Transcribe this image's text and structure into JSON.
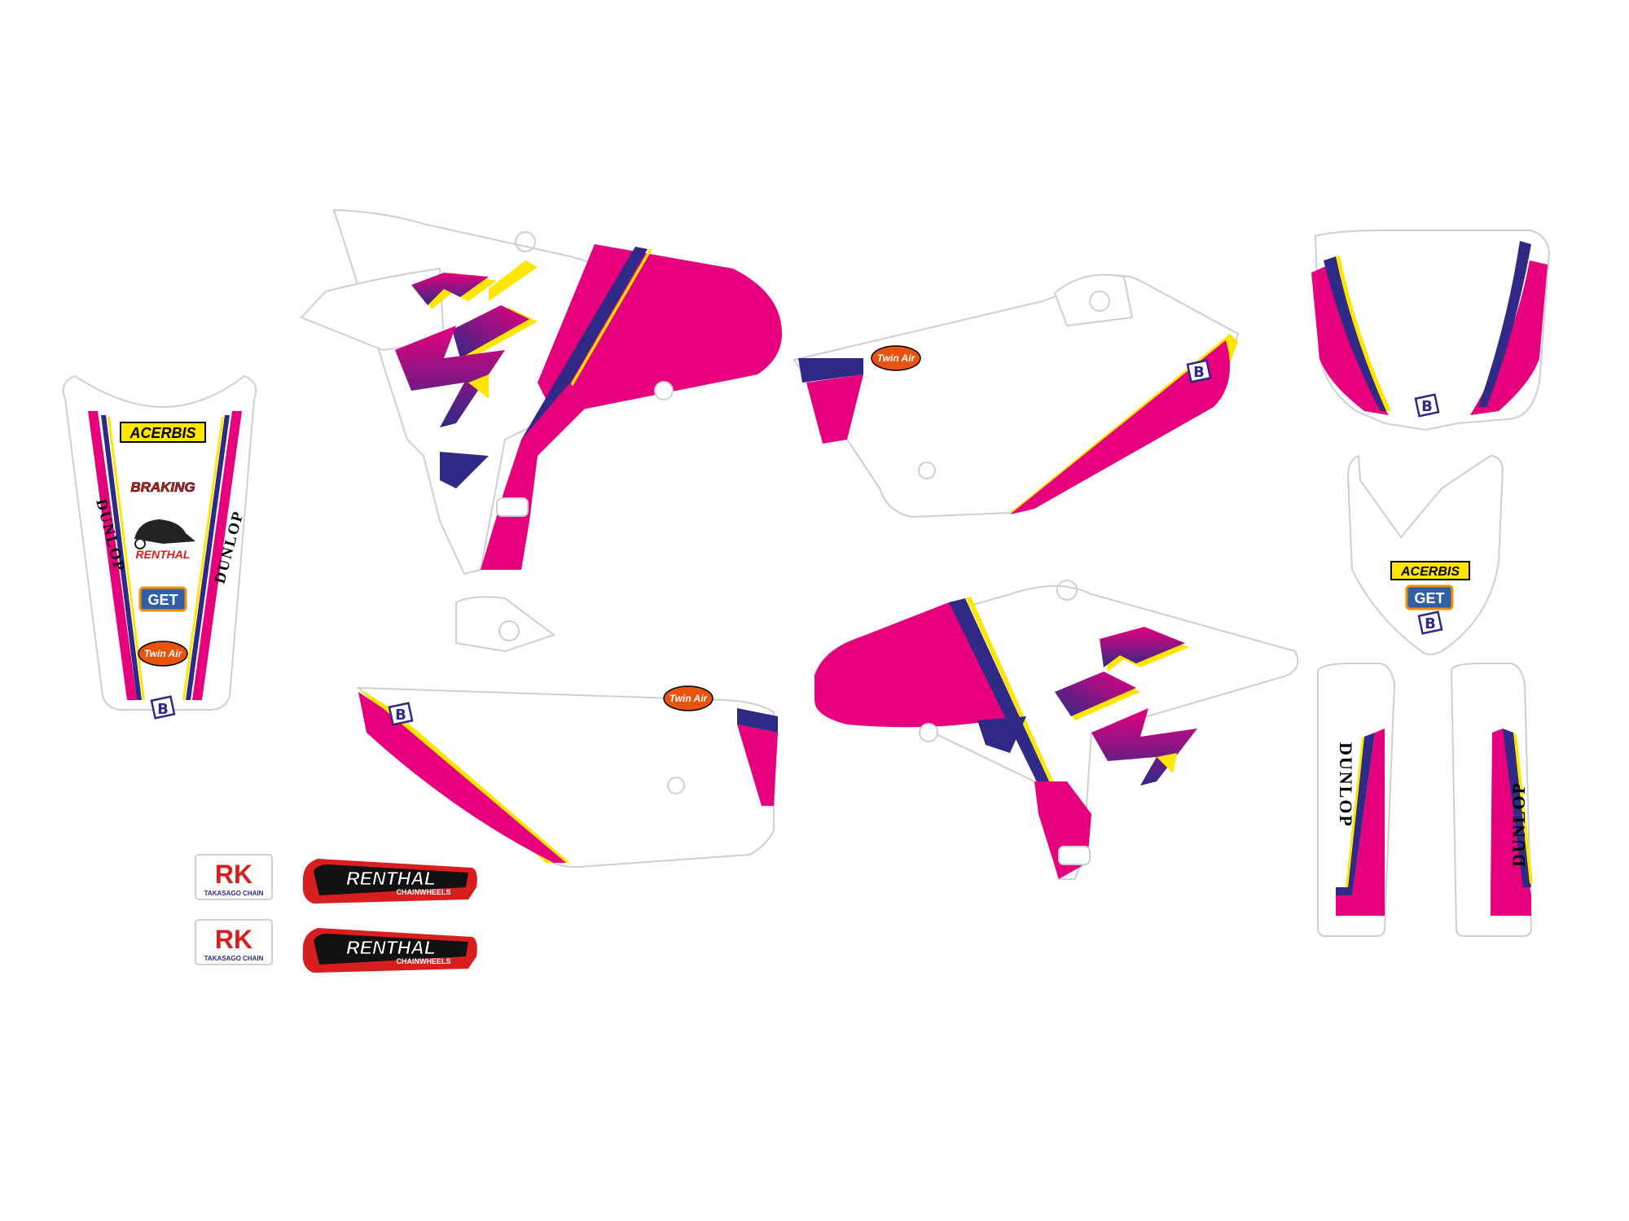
{
  "colors": {
    "background": "#ffffff",
    "outline": "#cfcfcf",
    "magenta": "#e6007e",
    "navy": "#2e2a86",
    "yellow": "#ffe600",
    "red": "#d81e1e",
    "get_blue": "#2f5fa8",
    "get_orange": "#f39200",
    "twinair_orange": "#e8540e"
  },
  "logos": {
    "acerbis": "ACERBIS",
    "braking": "BRAKING",
    "renthal": "RENTHAL",
    "dunlop": "DUNLOP",
    "get": "GET",
    "twin_air": "Twin Air",
    "rk_main": "RK",
    "rk_sub": "TAKASAGO CHAIN",
    "renthal_sub": "CHAINWHEELS",
    "brand_mark": "B"
  },
  "icons": [
    "blackbird-b-icon",
    "renthal-rider-icon",
    "twin-air-oval-icon"
  ]
}
